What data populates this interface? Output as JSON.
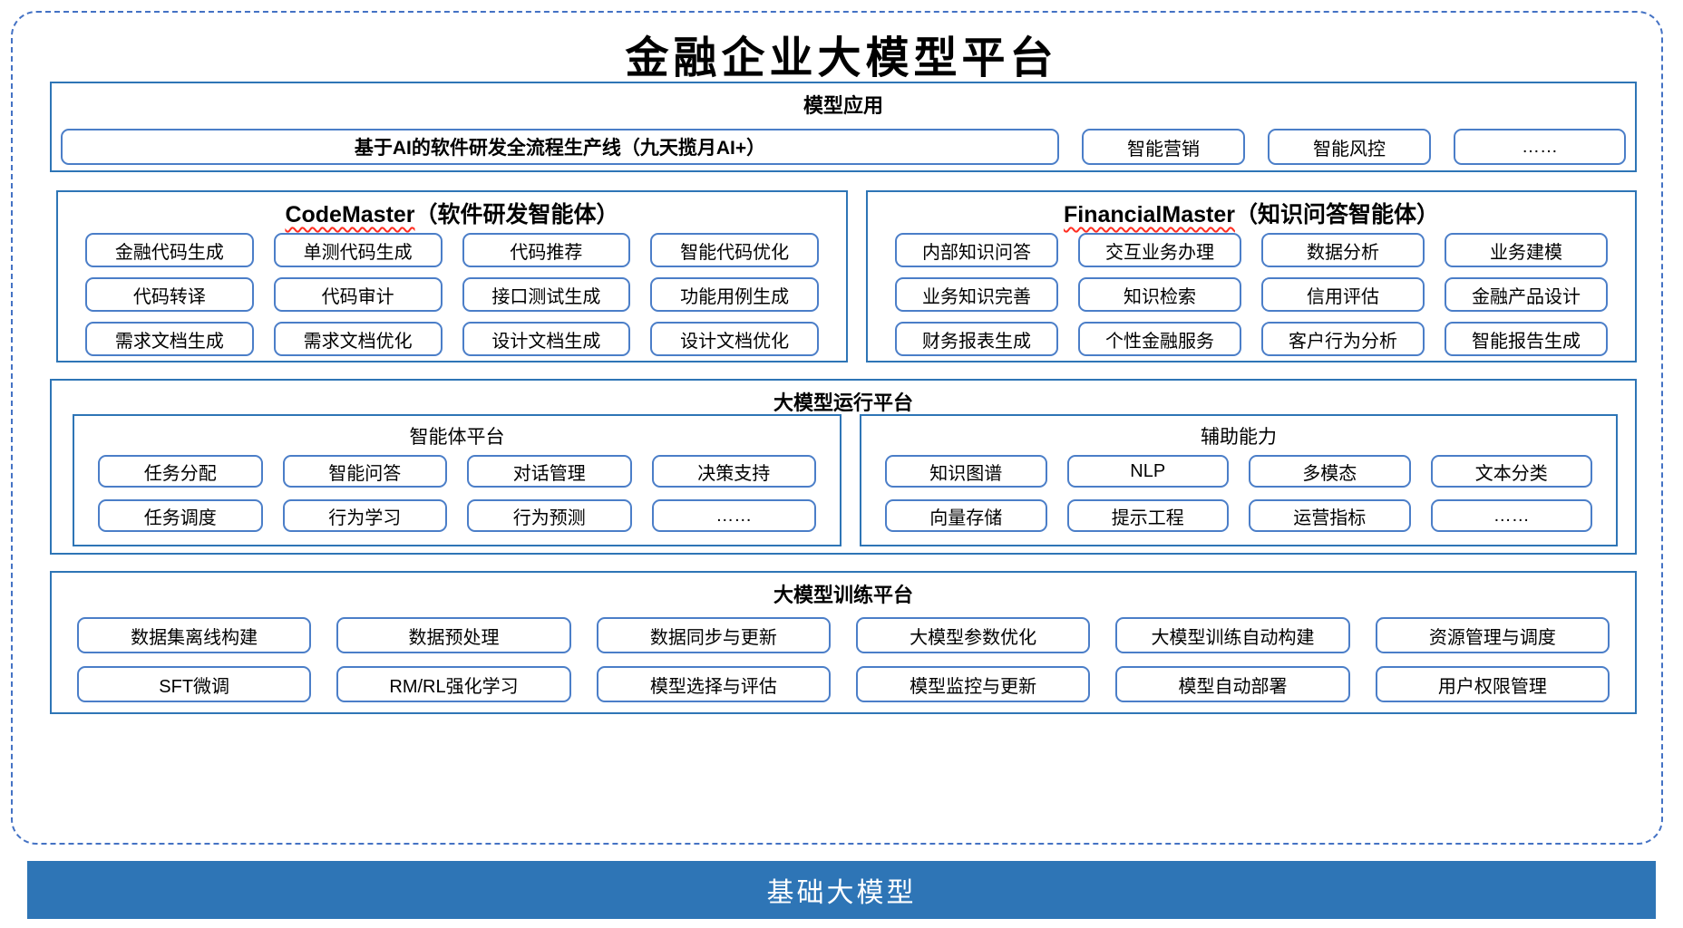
{
  "title": "金融企业大模型平台",
  "colors": {
    "outer_dashed_border": "#4472C4",
    "section_border": "#2E75B6",
    "chip_border": "#4B7EC8",
    "squiggle_underline": "#FF2D21",
    "footer_background": "#2E75B6",
    "footer_text": "#FFFFFF"
  },
  "model_app": {
    "header": "模型应用",
    "pipeline": "基于AI的软件研发全流程生产线（九天揽月AI+）",
    "items": [
      "智能营销",
      "智能风控",
      "……"
    ]
  },
  "agents": [
    {
      "name_en": "CodeMaster",
      "name_suffix": "（软件研发智能体）",
      "items": [
        "金融代码生成",
        "单测代码生成",
        "代码推荐",
        "智能代码优化",
        "代码转译",
        "代码审计",
        "接口测试生成",
        "功能用例生成",
        "需求文档生成",
        "需求文档优化",
        "设计文档生成",
        "设计文档优化"
      ]
    },
    {
      "name_en": "FinancialMaster",
      "name_suffix": "（知识问答智能体）",
      "items": [
        "内部知识问答",
        "交互业务办理",
        "数据分析",
        "业务建模",
        "业务知识完善",
        "知识检索",
        "信用评估",
        "金融产品设计",
        "财务报表生成",
        "个性金融服务",
        "客户行为分析",
        "智能报告生成"
      ]
    }
  ],
  "runtime": {
    "header": "大模型运行平台",
    "groups": [
      {
        "header": "智能体平台",
        "items": [
          "任务分配",
          "智能问答",
          "对话管理",
          "决策支持",
          "任务调度",
          "行为学习",
          "行为预测",
          "……"
        ]
      },
      {
        "header": "辅助能力",
        "items": [
          "知识图谱",
          "NLP",
          "多模态",
          "文本分类",
          "向量存储",
          "提示工程",
          "运营指标",
          "……"
        ]
      }
    ]
  },
  "training": {
    "header": "大模型训练平台",
    "items": [
      "数据集离线构建",
      "数据预处理",
      "数据同步与更新",
      "大模型参数优化",
      "大模型训练自动构建",
      "资源管理与调度",
      "SFT微调",
      "RM/RL强化学习",
      "模型选择与评估",
      "模型监控与更新",
      "模型自动部署",
      "用户权限管理"
    ]
  },
  "footer": {
    "label": "基础大模型"
  }
}
